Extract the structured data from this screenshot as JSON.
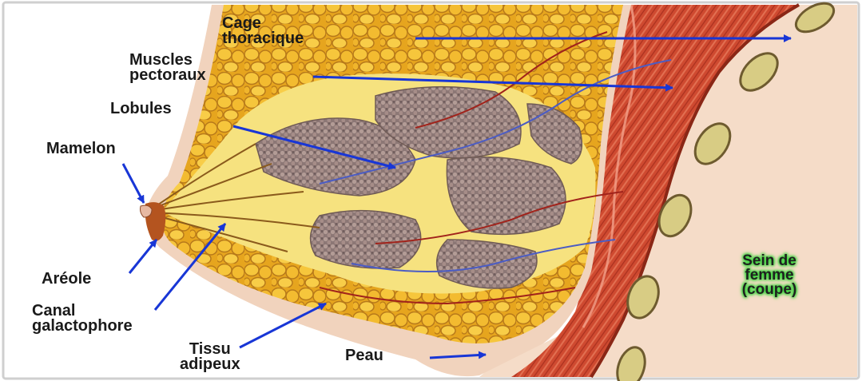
{
  "labels": {
    "cage": [
      "Cage",
      "thoracique"
    ],
    "muscles": [
      "Muscles",
      "pectoraux"
    ],
    "lobules": [
      "Lobules"
    ],
    "mamelon": [
      "Mamelon"
    ],
    "areole": [
      "Aréole"
    ],
    "canal": [
      "Canal",
      "galactophore"
    ],
    "tissu": [
      "Tissu",
      "adipeux"
    ],
    "peau": [
      "Peau"
    ]
  },
  "title": [
    "Sein de",
    "femme",
    "(coupe)"
  ],
  "colors": {
    "background": "#f5ddc9",
    "frame": "#c8c8c8",
    "fat": "#f2b52a",
    "fat_outline": "#b87612",
    "lobule": "#8e7a78",
    "muscle": "#c9442c",
    "rib": "#d9cd87",
    "arrow": "#1836d6",
    "title_glow": "#3ed13e"
  }
}
